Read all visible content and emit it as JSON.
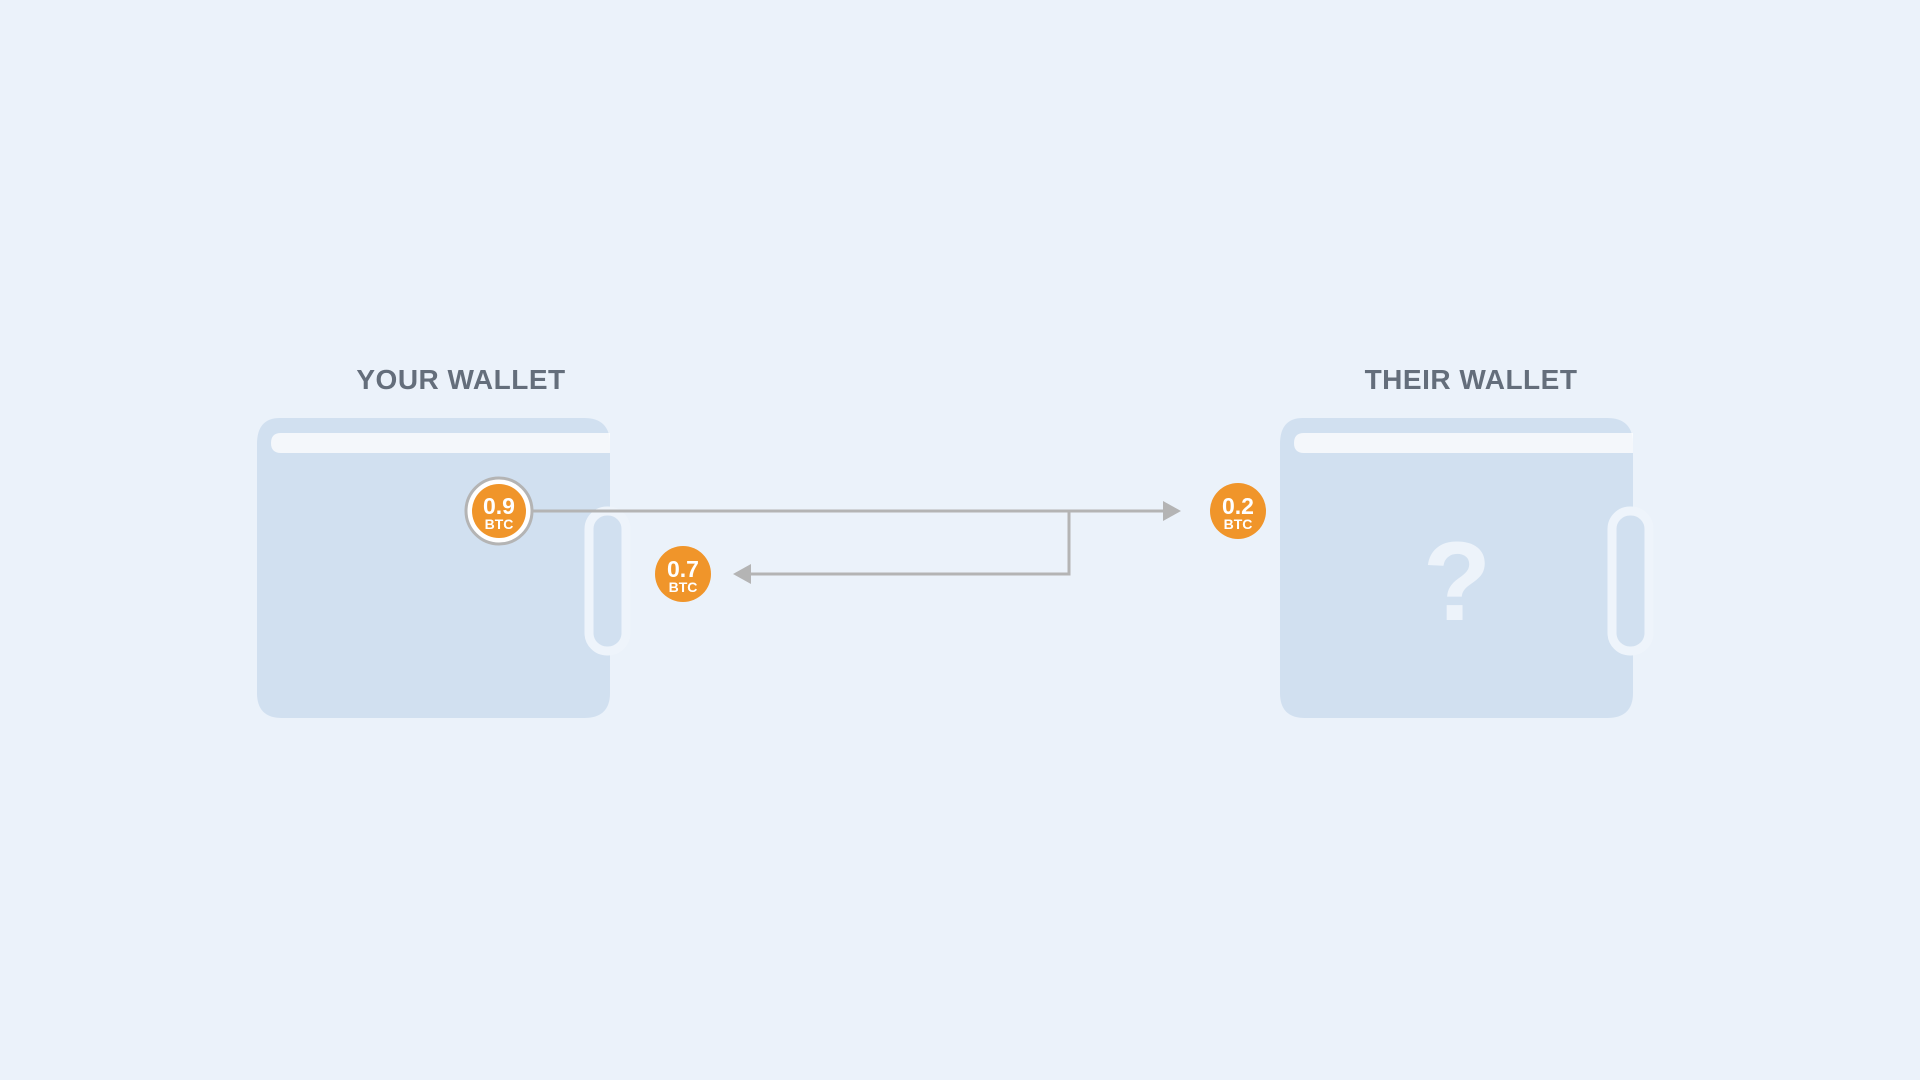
{
  "wallets": {
    "yours": {
      "title": "YOUR WALLET"
    },
    "theirs": {
      "title": "THEIR WALLET",
      "unknown_mark": "?"
    }
  },
  "coins": {
    "input": {
      "amount": "0.9",
      "unit": "BTC"
    },
    "payment": {
      "amount": "0.2",
      "unit": "BTC"
    },
    "change": {
      "amount": "0.7",
      "unit": "BTC"
    }
  },
  "colors": {
    "background": "#ebf2fa",
    "wallet": "#d1e0f0",
    "coin": "#f0952a",
    "arrow": "#b4b4b4",
    "title": "#646e7b"
  }
}
